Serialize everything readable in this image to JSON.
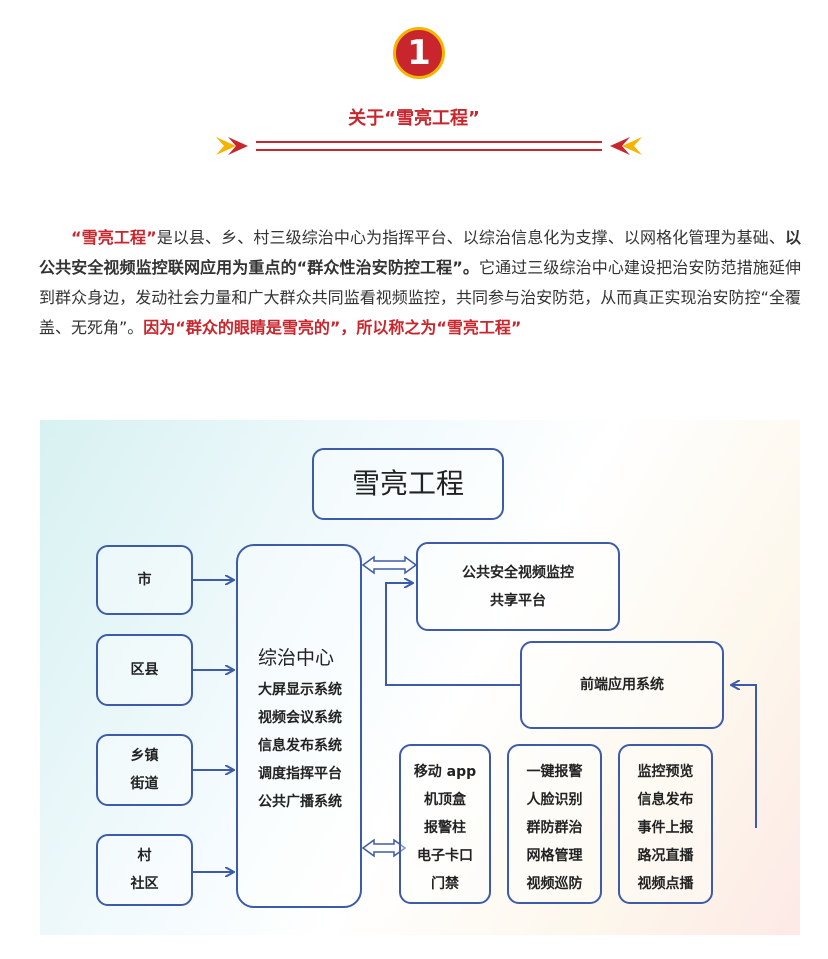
{
  "header": {
    "badge_number": "1",
    "section_title": "关于“雪亮工程”"
  },
  "intro": {
    "part1_red": "“雪亮工程”",
    "part2": "是以县、乡、村三级综治中心为指挥平台、以综治信息化为支撑、以网格化管理为基础、",
    "part3_bold": "以公共安全视频监控联网应用为重点的“群众性治安防控工程”。",
    "part4": "它通过三级综治中心建设把治安防范措施延伸到群众身边，发动社会力量和广大群众共同监看视频监控，共同参与治安防范，从而真正实现治安防控“全覆盖、无死角”。",
    "part5_red": "因为“群众的眼睛是雪亮的”，所以称之为“雪亮工程”"
  },
  "diagram": {
    "title": "雪亮工程",
    "left_boxes": [
      {
        "lines": [
          "市"
        ]
      },
      {
        "lines": [
          "区县"
        ]
      },
      {
        "lines": [
          "乡镇",
          "街道"
        ]
      },
      {
        "lines": [
          "村",
          "社区"
        ]
      }
    ],
    "center": {
      "title": "综治中心",
      "items": [
        "大屏显示系统",
        "视频会议系统",
        "信息发布系统",
        "调度指挥平台",
        "公共广播系统"
      ]
    },
    "platform": {
      "lines": [
        "公共安全视频监控",
        "共享平台"
      ]
    },
    "frontend": {
      "label": "前端应用系统"
    },
    "bottom_boxes": [
      {
        "items": [
          "移动 app",
          "机顶盒",
          "报警柱",
          "电子卡口",
          "门禁"
        ]
      },
      {
        "items": [
          "一键报警",
          "人脸识别",
          "群防群治",
          "网格管理",
          "视频巡防"
        ]
      },
      {
        "items": [
          "监控预览",
          "信息发布",
          "事件上报",
          "路况直播",
          "视频点播"
        ]
      }
    ]
  },
  "colors": {
    "accent_red": "#c8262c",
    "gold": "#f4b400",
    "box_border": "#3d5ba9"
  }
}
